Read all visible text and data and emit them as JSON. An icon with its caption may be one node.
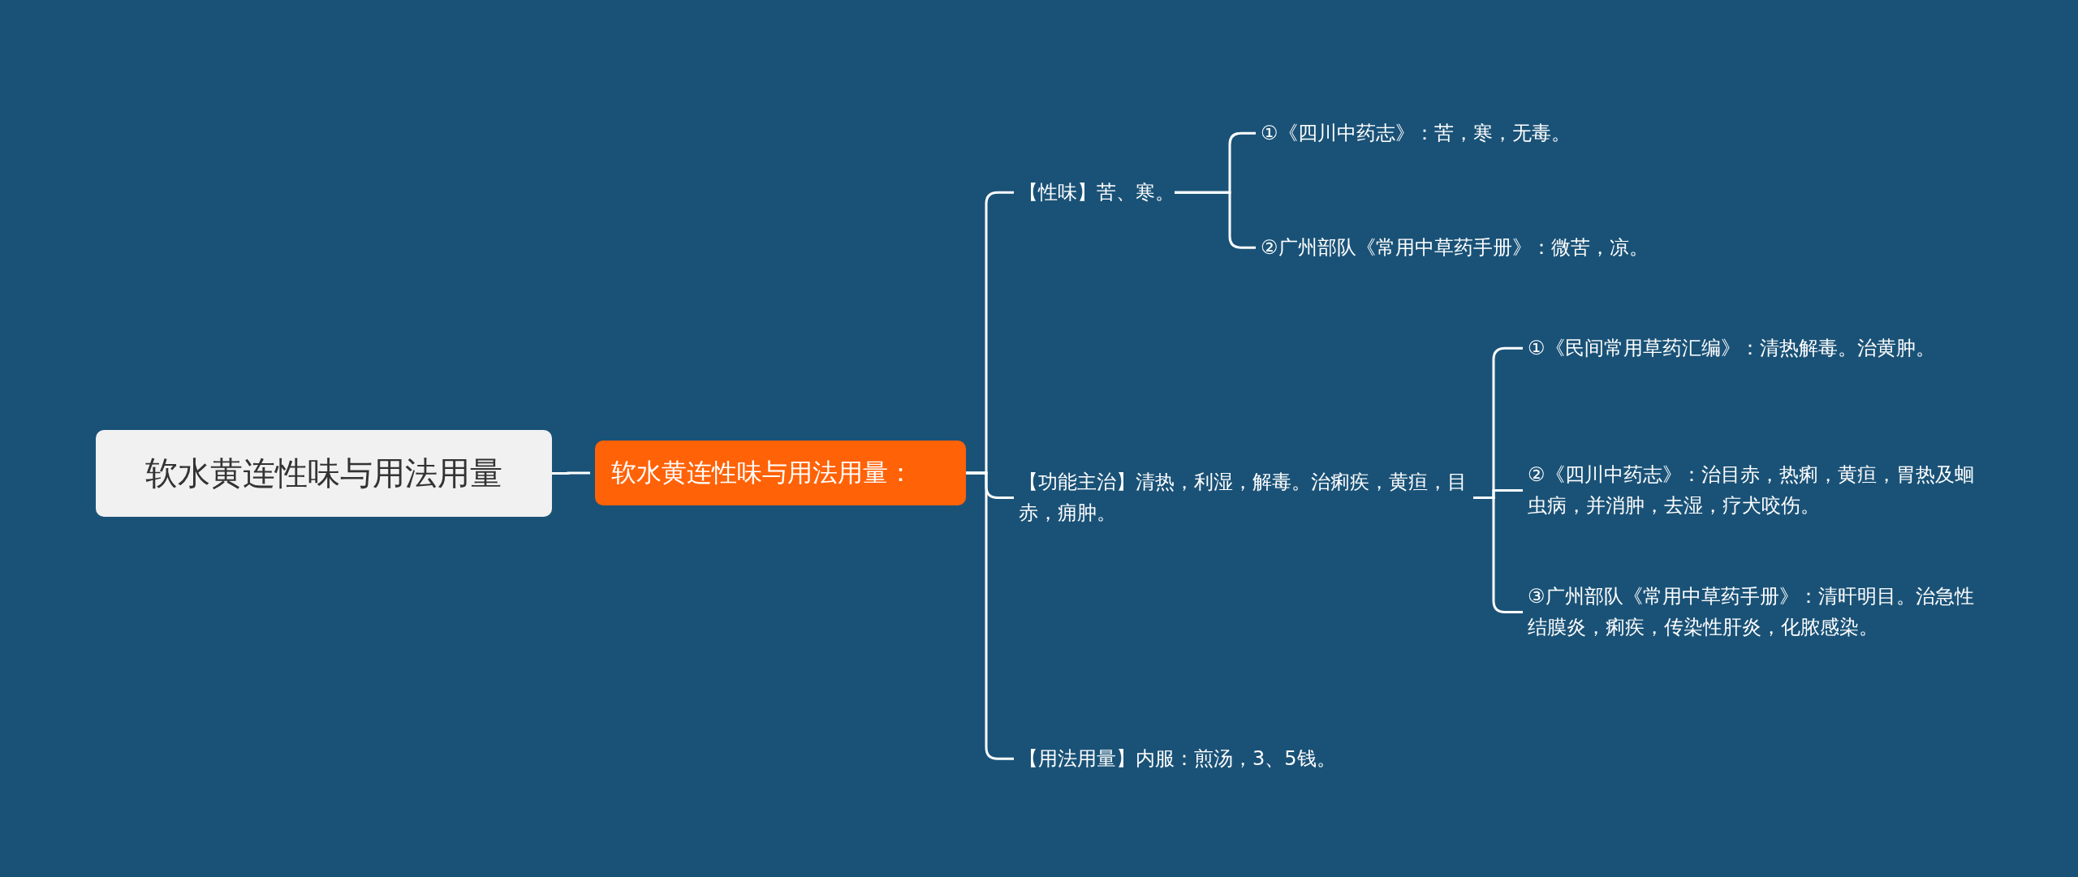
{
  "diagram": {
    "nodes": [
      {
        "text": [
          "软水黄连性味与用法用量"
        ]
      },
      {
        "text": [
          "软水黄连性味与用法用量："
        ]
      },
      {
        "text": [
          "【性味】苦、寒。"
        ]
      },
      {
        "text": [
          "①《四川中药志》：苦，寒，无毒。"
        ]
      },
      {
        "text": [
          "②广州部队《常用中草药手册》：微苦，凉。"
        ]
      },
      {
        "text": [
          "【功能主治】清热，利湿，解毒。治痢疾，黄疸，目赤，痈肿。"
        ]
      },
      {
        "text": [
          "①《民间常用草药汇编》：清热解毒。治黄肿。"
        ]
      },
      {
        "text": [
          "②《四川中药志》：治目赤，热痢，黄疸，胃热及蛔虫病，并消肿，去湿，疗犬咬伤。"
        ]
      },
      {
        "text": [
          "③广州部队《常用中草药手册》：清旰明目。治急性结膜炎，痢疾，传染性肝炎，化脓感染。"
        ]
      },
      {
        "text": [
          "【用法用量】内服：煎汤，3、5钱。"
        ]
      }
    ],
    "edges": [
      {
        "from": 0,
        "to": 1,
        "arrow": "none"
      },
      {
        "from": 1,
        "to": 2,
        "arrow": "none"
      },
      {
        "from": 1,
        "to": 5,
        "arrow": "none"
      },
      {
        "from": 1,
        "to": 9,
        "arrow": "none"
      },
      {
        "from": 2,
        "to": 3,
        "arrow": "none"
      },
      {
        "from": 2,
        "to": 4,
        "arrow": "none"
      },
      {
        "from": 5,
        "to": 6,
        "arrow": "none"
      },
      {
        "from": 5,
        "to": 7,
        "arrow": "none"
      },
      {
        "from": 5,
        "to": 8,
        "arrow": "none"
      }
    ]
  }
}
